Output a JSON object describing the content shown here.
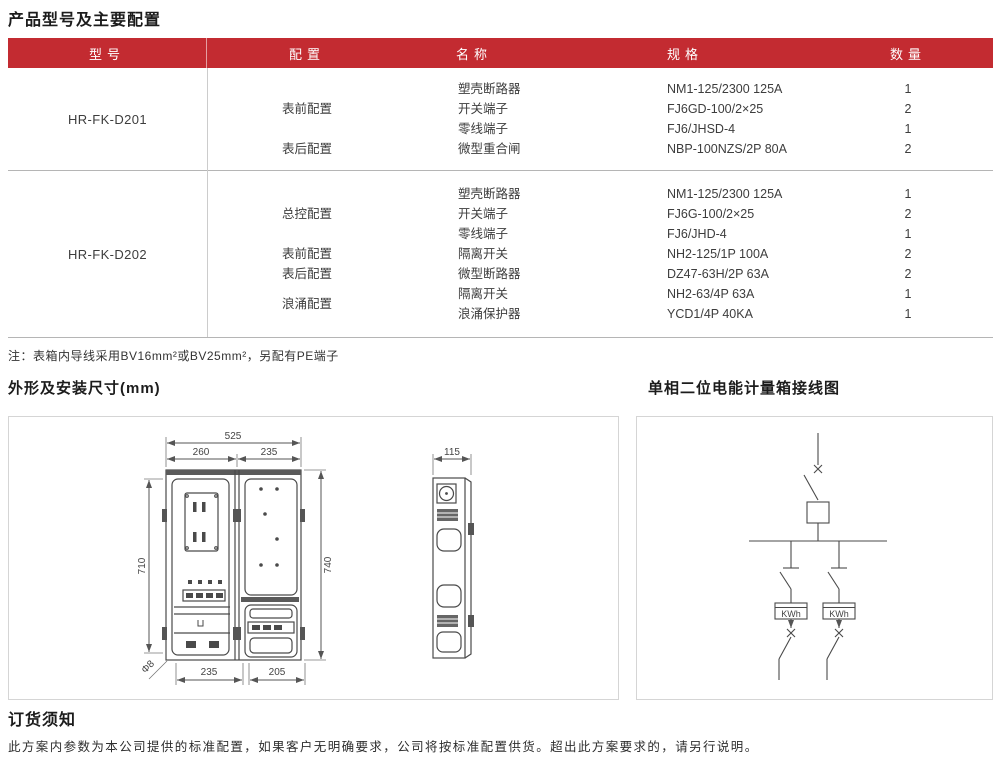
{
  "title": "产品型号及主要配置",
  "table": {
    "headers": [
      "型号",
      "配置",
      "名称",
      "规格",
      "数量"
    ],
    "blocks": [
      {
        "model": "HR-FK-D201",
        "configs": [
          {
            "label": "表前配置",
            "row": 1
          },
          {
            "label": "表后配置",
            "row": 3
          }
        ],
        "rows": [
          {
            "name": "塑壳断路器",
            "spec": "NM1-125/2300 125A",
            "qty": "1"
          },
          {
            "name": "开关端子",
            "spec": "FJ6GD-100/2×25",
            "qty": "2"
          },
          {
            "name": "零线端子",
            "spec": "FJ6/JHSD-4",
            "qty": "1"
          },
          {
            "name": "微型重合闸",
            "spec": "NBP-100NZS/2P 80A",
            "qty": "2"
          }
        ]
      },
      {
        "model": "HR-FK-D202",
        "configs": [
          {
            "label": "总控配置",
            "row": 1
          },
          {
            "label": "表前配置",
            "row": 3
          },
          {
            "label": "表后配置",
            "row": 4
          },
          {
            "label": "浪涌配置",
            "row": 5.5
          }
        ],
        "rows": [
          {
            "name": "塑壳断路器",
            "spec": "NM1-125/2300 125A",
            "qty": "1"
          },
          {
            "name": "开关端子",
            "spec": "FJ6G-100/2×25",
            "qty": "2"
          },
          {
            "name": "零线端子",
            "spec": "FJ6/JHD-4",
            "qty": "1"
          },
          {
            "name": "隔离开关",
            "spec": "NH2-125/1P 100A",
            "qty": "2"
          },
          {
            "name": "微型断路器",
            "spec": "DZ47-63H/2P 63A",
            "qty": "2"
          },
          {
            "name": "隔离开关",
            "spec": "NH2-63/4P 63A",
            "qty": "1"
          },
          {
            "name": "浪涌保护器",
            "spec": "YCD1/4P 40KA",
            "qty": "1"
          }
        ]
      }
    ]
  },
  "note": "注：表箱内导线采用BV16mm²或BV25mm²，另配有PE端子",
  "sections": {
    "dimensions_title": "外形及安装尺寸(mm)",
    "wiring_title": "单相二位电能计量箱接线图"
  },
  "drawing": {
    "dims": {
      "overall_width": "525",
      "left_width": "260",
      "right_width": "235",
      "side_depth": "115",
      "left_height": "710",
      "right_height": "740",
      "bottom_left": "235",
      "bottom_right": "205",
      "hole": "Φ8"
    }
  },
  "wiring": {
    "meter_label": "KWh"
  },
  "footer": {
    "title": "订货须知",
    "text": "此方案内参数为本公司提供的标准配置，如果客户无明确要求，公司将按标准配置供货。超出此方案要求的，请另行说明。"
  },
  "colors": {
    "header_red": "#c32b31",
    "rule_gray": "#b5b5b5",
    "line_gray": "#4a4a4a"
  }
}
